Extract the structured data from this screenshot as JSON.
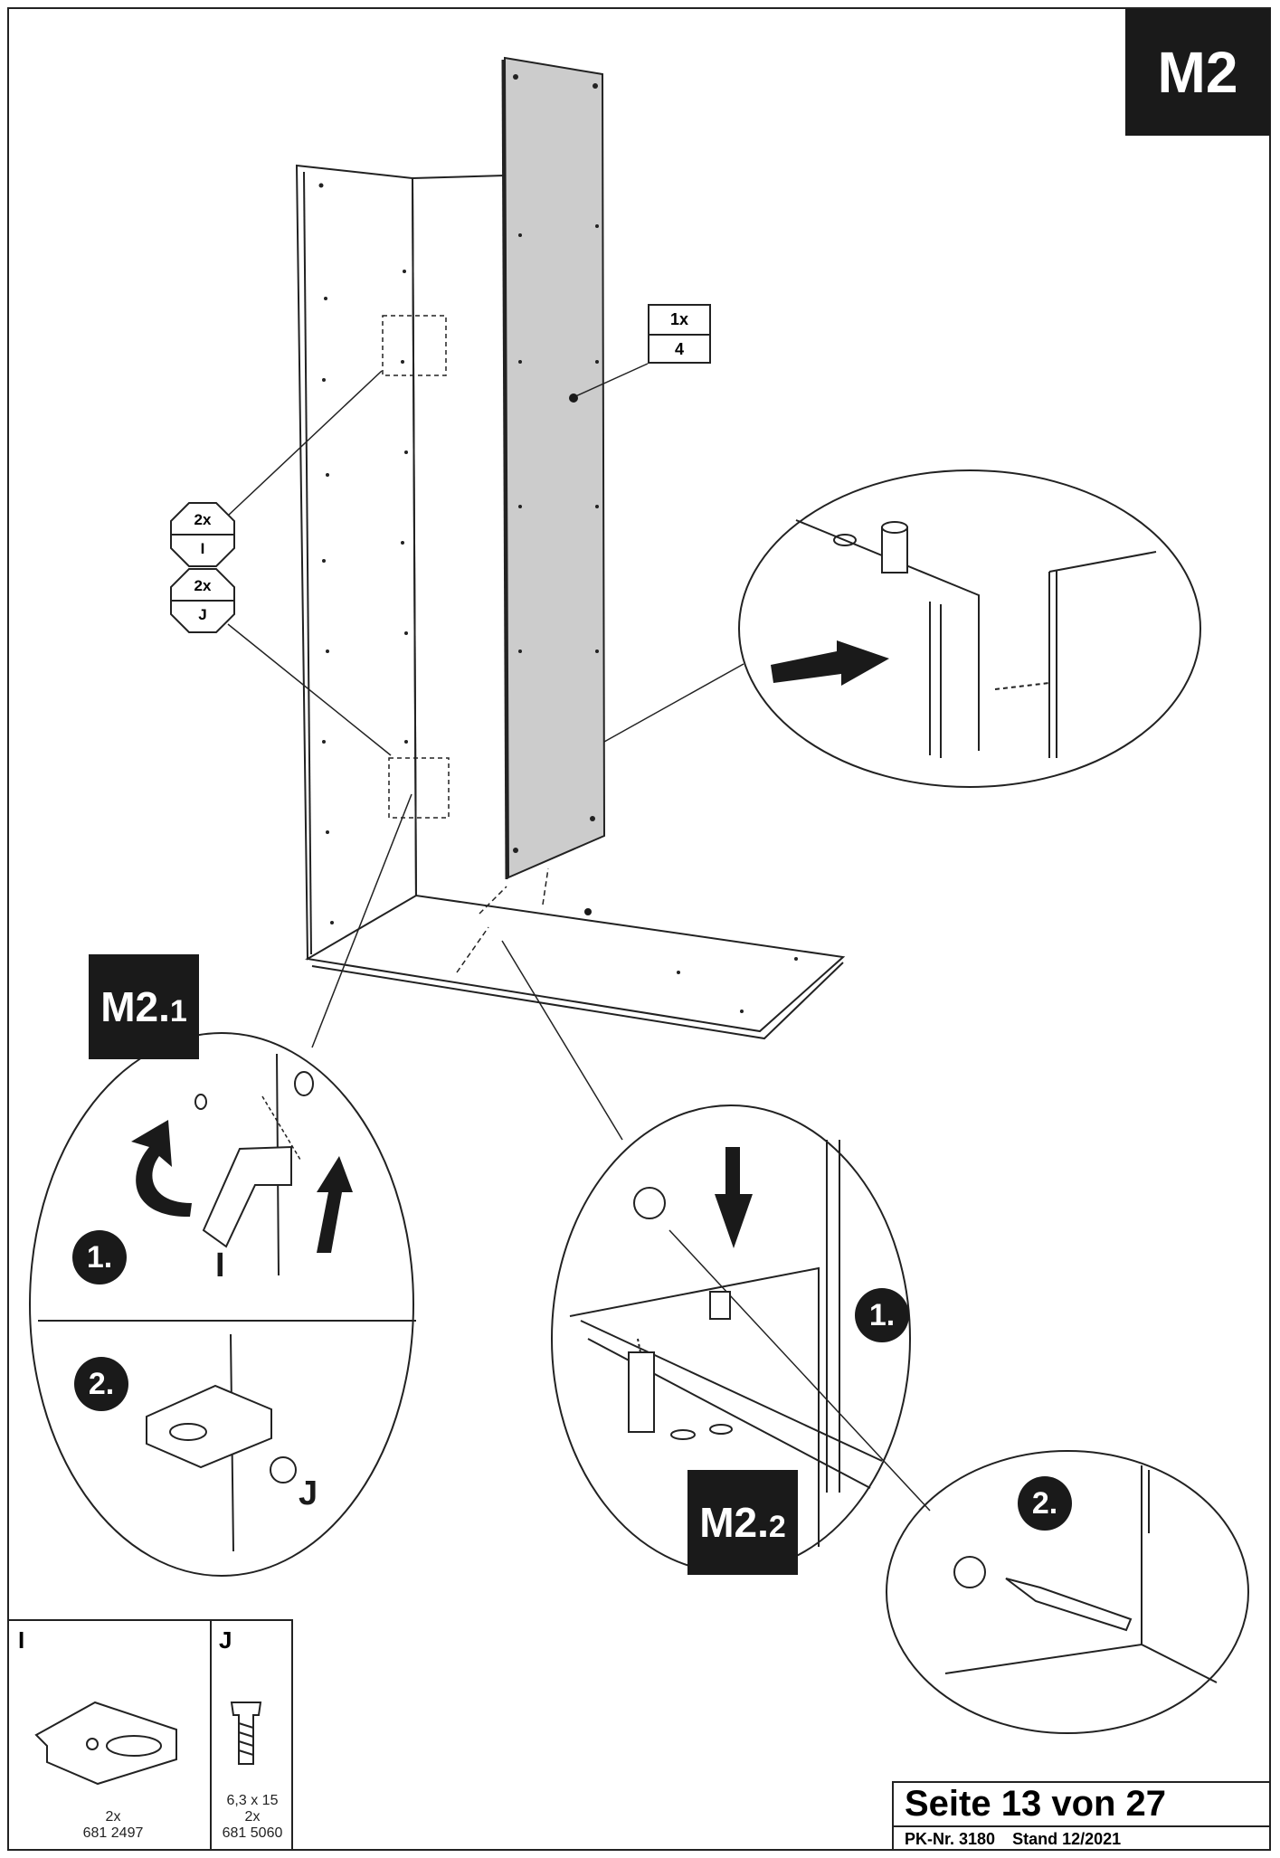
{
  "step_badge": "M2",
  "sub_steps": {
    "m21": {
      "main": "M2.",
      "sub": "1"
    },
    "m22": {
      "main": "M2.",
      "sub": "2"
    }
  },
  "panel_label": {
    "qty": "1x",
    "part": "4"
  },
  "callouts": [
    {
      "qty": "2x",
      "part": "I"
    },
    {
      "qty": "2x",
      "part": "J"
    }
  ],
  "detail_m21": {
    "step1": "1.",
    "step2": "2.",
    "letter_top": "I",
    "letter_bottom": "J"
  },
  "detail_m22": {
    "step1": "1.",
    "step2": "2."
  },
  "parts": [
    {
      "id": "I",
      "qty": "2x",
      "article": "681 2497"
    },
    {
      "id": "J",
      "size": "6,3 x 15",
      "qty": "2x",
      "article": "681 5060"
    }
  ],
  "footer": {
    "page": "Seite 13 von 27",
    "pk": "PK-Nr. 3180",
    "stand": "Stand 12/2021"
  }
}
